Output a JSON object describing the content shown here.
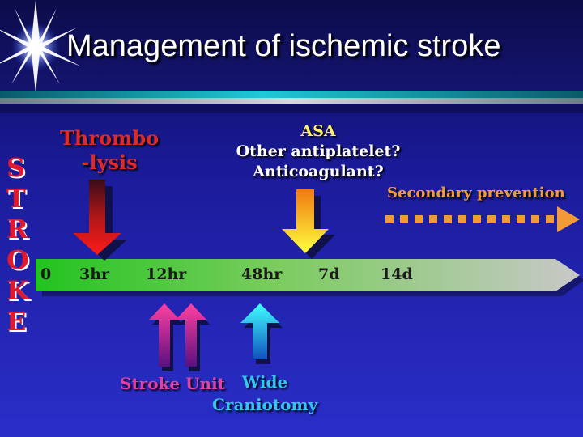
{
  "slide": {
    "title": "Management of ischemic stroke",
    "side_letters": [
      "S",
      "T",
      "R",
      "O",
      "K",
      "E"
    ]
  },
  "timeline": {
    "ticks": [
      "0",
      "3hr",
      "12hr",
      "48hr",
      "7d",
      "14d"
    ]
  },
  "interventions": {
    "thrombolysis": {
      "line1": "Thrombo",
      "line2": "-lysis"
    },
    "antithrombotic": {
      "line1": "ASA",
      "line2": "Other antiplatelet?",
      "line3": "Anticoagulant?"
    },
    "secondary_prevention": "Secondary prevention",
    "stroke_unit": "Stroke Unit",
    "craniotomy": {
      "line1": "Wide",
      "line2": "Craniotomy"
    }
  },
  "colors": {
    "background": "#1b1b9a",
    "title_text": "#ffffff",
    "thrombolysis": "#e02a2a",
    "antithrombotic": "#ffcc33",
    "secondary_prevention": "#f39a38",
    "stroke_unit": "#e040a8",
    "craniotomy": "#33c4f2"
  },
  "icons": {
    "title_decoration": "starburst-icon",
    "thrombolysis_marker": "arrow-down-icon",
    "stroke_unit_marker": "arrow-up-icon",
    "craniotomy_marker": "arrow-up-icon"
  }
}
